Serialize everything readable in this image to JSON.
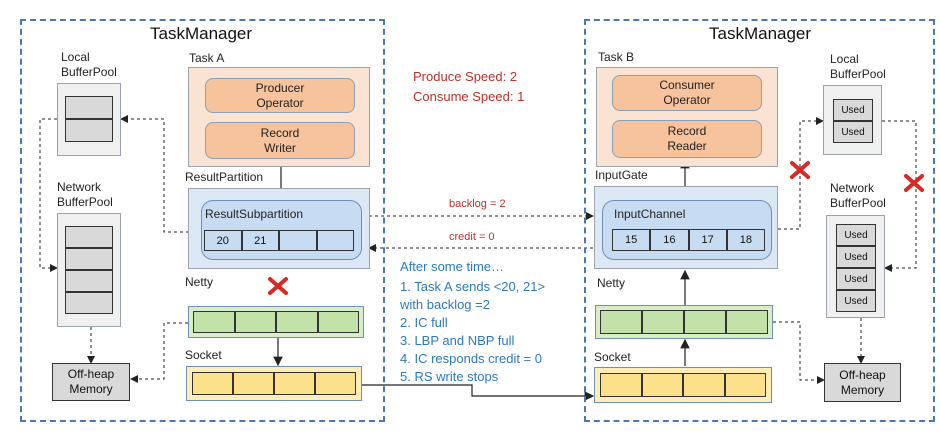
{
  "left_tm": {
    "title": "TaskManager",
    "task_label": "Task A",
    "producer_operator": "Producer\nOperator",
    "record_writer": "Record\nWriter",
    "result_partition": "ResultPartition",
    "result_subpartition": "ResultSubpartition",
    "buffers": [
      "20",
      "21",
      "",
      ""
    ],
    "local_bufferpool": "Local\nBufferPool",
    "network_bufferpool": "Network\nBufferPool",
    "netty": "Netty",
    "socket": "Socket",
    "offheap": "Off-heap\nMemory"
  },
  "right_tm": {
    "title": "TaskManager",
    "task_label": "Task B",
    "consumer_operator": "Consumer\nOperator",
    "record_reader": "Record\nReader",
    "input_gate": "InputGate",
    "input_channel": "InputChannel",
    "buffers": [
      "15",
      "16",
      "17",
      "18"
    ],
    "local_bufferpool": "Local\nBufferPool",
    "local_used": [
      "Used",
      "Used"
    ],
    "network_bufferpool": "Network\nBufferPool",
    "network_used": [
      "Used",
      "Used",
      "Used",
      "Used"
    ],
    "netty": "Netty",
    "socket": "Socket",
    "offheap": "Off-heap\nMemory"
  },
  "speeds": {
    "produce": "Produce Speed:   2",
    "consume": "Consume Speed:  1"
  },
  "arrows": {
    "backlog": "backlog = 2",
    "credit": "credit = 0"
  },
  "notes": {
    "heading": "After some time…",
    "items": [
      "1.   Task A sends <20, 21>",
      "with backlog =2",
      "2.   IC full",
      "3.   LBP and NBP full",
      "4.   IC responds credit = 0",
      "5.   RS write stops"
    ]
  },
  "colors": {
    "dashed_border": "#4a78b0",
    "task_fill": "#fbe3d4",
    "operator_fill": "#f6c39c",
    "partition_fill": "#dce8f6",
    "netty_fill": "#d8eec8",
    "socket_fill": "#fdeeb8",
    "red_text": "#c0302a",
    "blue_text": "#2a7abf"
  }
}
